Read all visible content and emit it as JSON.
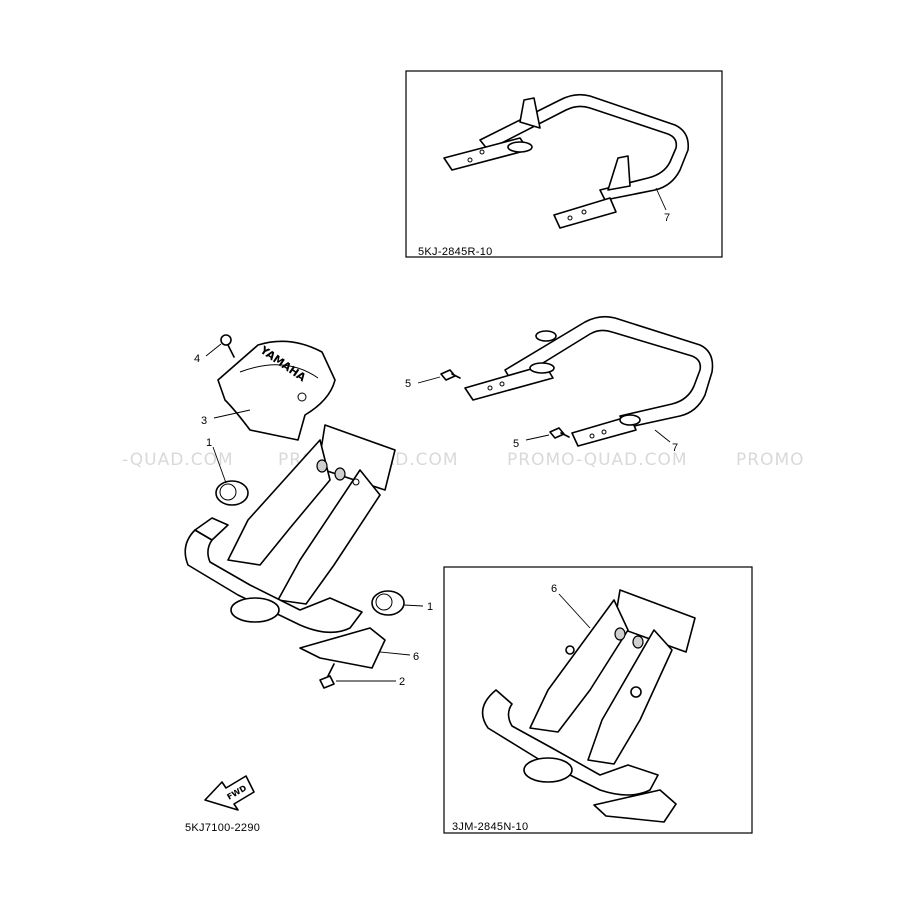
{
  "watermarks": [
    "-QUAD.COM",
    "PROMO-QUAD.COM",
    "PROMO-QUAD.COM",
    "PROMO"
  ],
  "insets": {
    "top_right": {
      "code": "5KJ-2845R-10",
      "labels": [
        "7"
      ]
    },
    "bottom_right": {
      "code": "3JM-2845N-10",
      "labels": [
        "6"
      ]
    }
  },
  "callouts": {
    "c1a": "1",
    "c1b": "1",
    "c2": "2",
    "c3": "3",
    "c4": "4",
    "c5a": "5",
    "c5b": "5",
    "c6": "6",
    "c7": "7"
  },
  "logo_text": "YAMAHA",
  "fwd_text": "FWD",
  "diagram_code": "5KJ7100-2290"
}
